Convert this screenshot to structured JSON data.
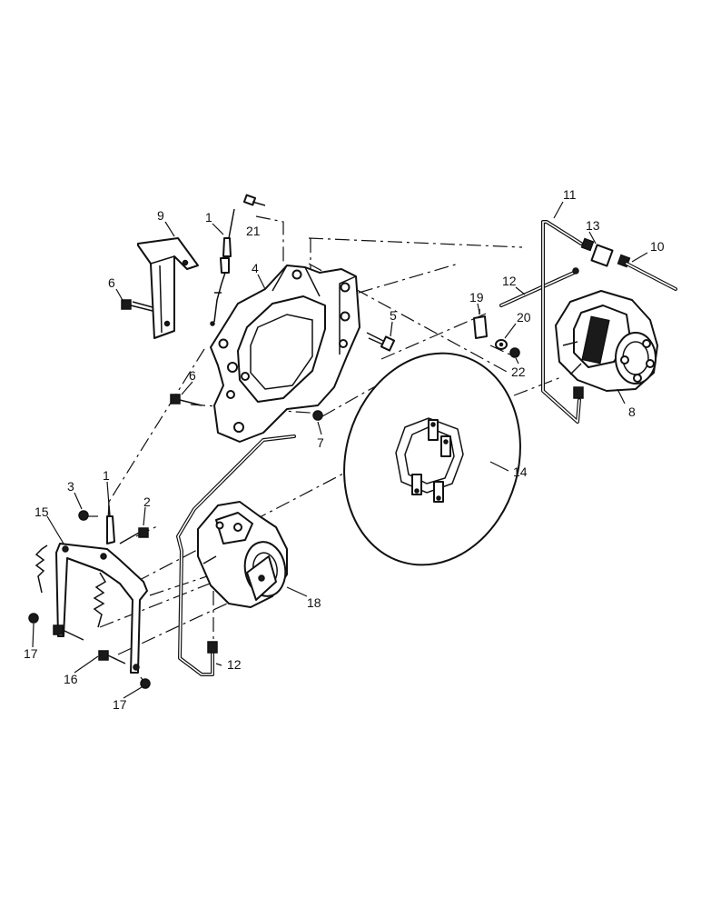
{
  "callouts": {
    "c1_top": "1",
    "c1_bottom": "1",
    "c2": "2",
    "c3": "3",
    "c4": "4",
    "c5": "5",
    "c6_top": "6",
    "c6_mid": "6",
    "c7": "7",
    "c8": "8",
    "c9": "9",
    "c10": "10",
    "c11": "11",
    "c12_top": "12",
    "c12_bottom": "12",
    "c13": "13",
    "c14": "14",
    "c15": "15",
    "c16": "16",
    "c17_left": "17",
    "c17_bottom": "17",
    "c18": "18",
    "c19": "19",
    "c20": "20",
    "c21": "21",
    "c22": "22"
  }
}
